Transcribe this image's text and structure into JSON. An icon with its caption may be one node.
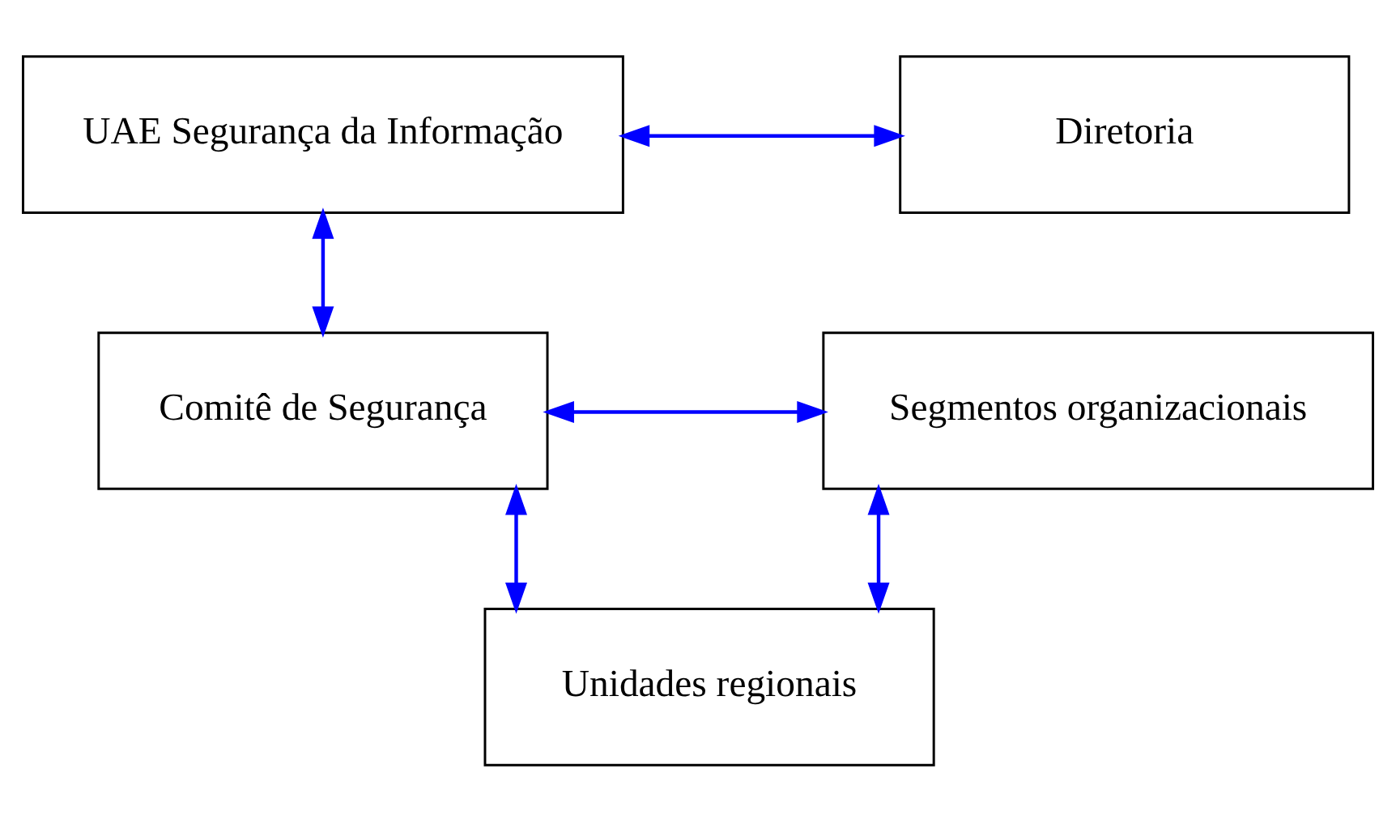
{
  "diagram": {
    "nodes": [
      {
        "text": [
          "UAE Segurança da Informação"
        ]
      },
      {
        "text": [
          "Diretoria"
        ]
      },
      {
        "text": [
          "Comitê de Segurança"
        ]
      },
      {
        "text": [
          "Segmentos organizacionais"
        ]
      },
      {
        "text": [
          "Unidades regionais"
        ]
      }
    ],
    "edges": [
      {
        "from": 0,
        "to": 1,
        "arrow": "both",
        "color": "#0000ff"
      },
      {
        "from": 0,
        "to": 2,
        "arrow": "both",
        "color": "#0000ff"
      },
      {
        "from": 2,
        "to": 3,
        "arrow": "both",
        "color": "#0000ff"
      },
      {
        "from": 2,
        "to": 4,
        "arrow": "both",
        "color": "#0000ff"
      },
      {
        "from": 3,
        "to": 4,
        "arrow": "both",
        "color": "#0000ff"
      }
    ]
  }
}
